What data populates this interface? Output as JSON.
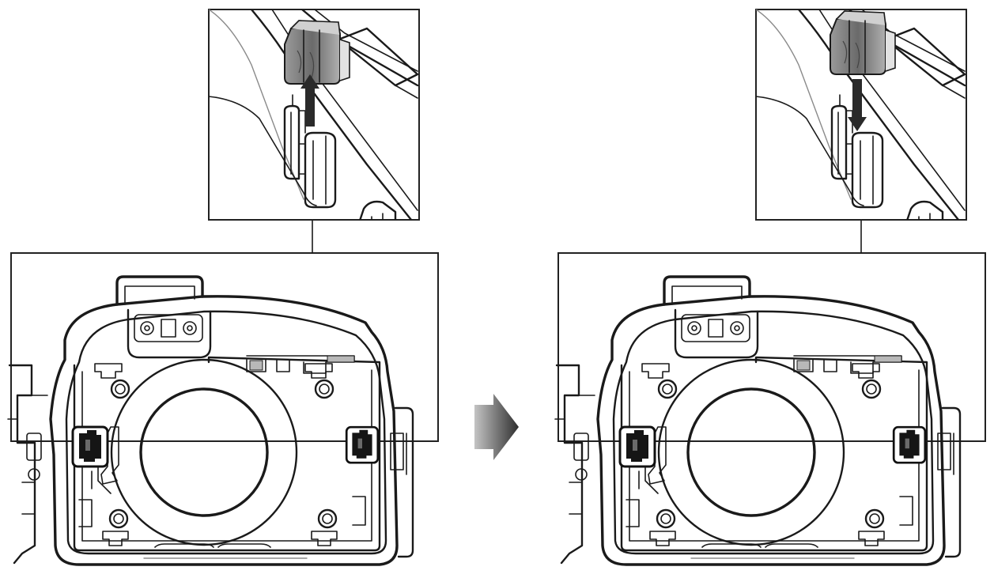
{
  "figure": {
    "panels": [
      {
        "id": "before",
        "detail_motion": "up",
        "caption": ""
      },
      {
        "id": "after",
        "detail_motion": "down",
        "caption": ""
      }
    ],
    "transition_arrow": {
      "direction": "right",
      "label": ""
    },
    "colors": {
      "line": "#1a1a1a",
      "outline_gray": "#8a8a8a",
      "latch_dark": "#2a2a2a",
      "latch_gray": "#c8c8c8",
      "arrow_dark": "#2e2e2e",
      "arrow_light": "#bdbdbd",
      "background": "#ffffff"
    }
  }
}
